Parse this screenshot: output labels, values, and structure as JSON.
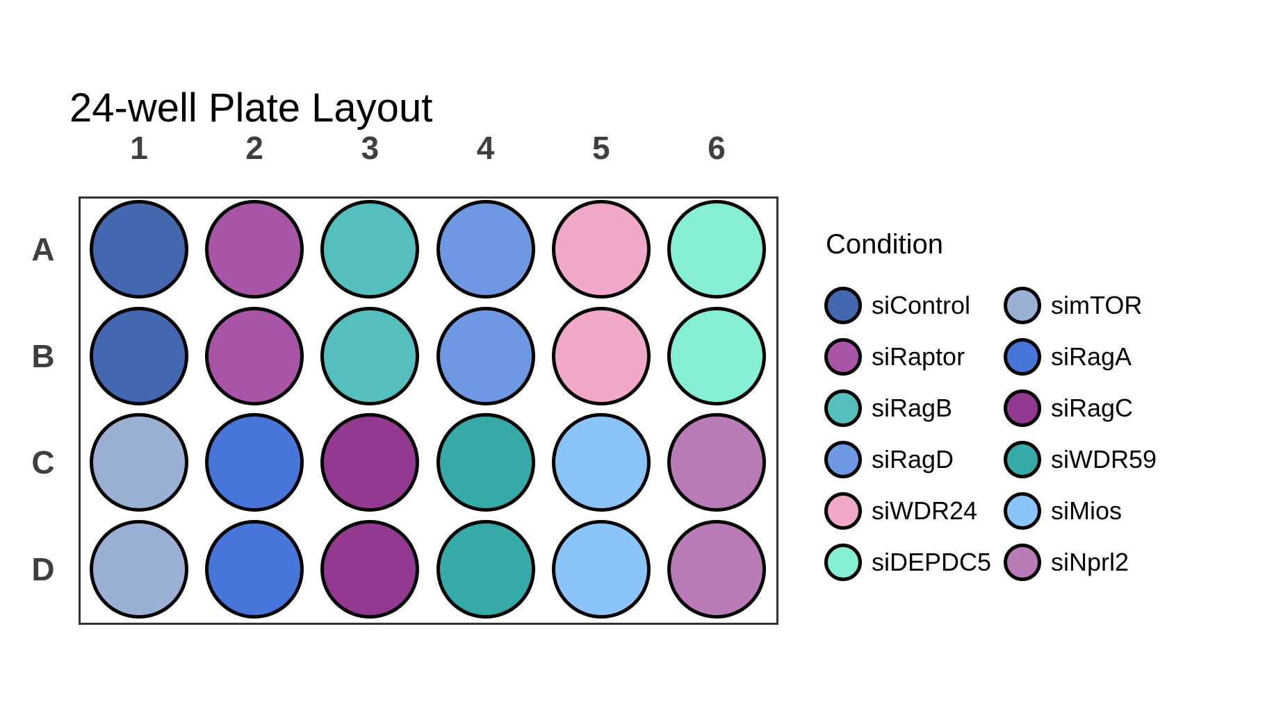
{
  "chart_data": {
    "type": "scatter",
    "title": "24-well Plate Layout",
    "legend_title": "Condition",
    "legend_position": "right",
    "legend_columns": 2,
    "row_labels": [
      "A",
      "B",
      "C",
      "D"
    ],
    "column_labels": [
      "1",
      "2",
      "3",
      "4",
      "5",
      "6"
    ],
    "conditions": [
      {
        "name": "siControl",
        "color": "#4468B0"
      },
      {
        "name": "siRaptor",
        "color": "#A855A8"
      },
      {
        "name": "siRagB",
        "color": "#55BFBE"
      },
      {
        "name": "siRagD",
        "color": "#6F98E2"
      },
      {
        "name": "siWDR24",
        "color": "#F2A8C8"
      },
      {
        "name": "siDEPDC5",
        "color": "#85EED5"
      },
      {
        "name": "simTOR",
        "color": "#9BB0D5"
      },
      {
        "name": "siRagA",
        "color": "#4775D9"
      },
      {
        "name": "siRagC",
        "color": "#93398F"
      },
      {
        "name": "siWDR59",
        "color": "#36A9A9"
      },
      {
        "name": "siMios",
        "color": "#8AC4F9"
      },
      {
        "name": "siNprl2",
        "color": "#B97CB9"
      }
    ],
    "well_assignments": {
      "A": [
        "siControl",
        "siRaptor",
        "siRagB",
        "siRagD",
        "siWDR24",
        "siDEPDC5"
      ],
      "B": [
        "siControl",
        "siRaptor",
        "siRagB",
        "siRagD",
        "siWDR24",
        "siDEPDC5"
      ],
      "C": [
        "simTOR",
        "siRagA",
        "siRagC",
        "siWDR59",
        "siMios",
        "siNprl2"
      ],
      "D": [
        "simTOR",
        "siRagA",
        "siRagC",
        "siWDR59",
        "siMios",
        "siNprl2"
      ]
    },
    "colors": {
      "well_stroke": "#000000",
      "plate_border": "#333333",
      "axis_label": "#3F3F3F",
      "title": "#000000",
      "background": "#FFFFFF"
    }
  }
}
